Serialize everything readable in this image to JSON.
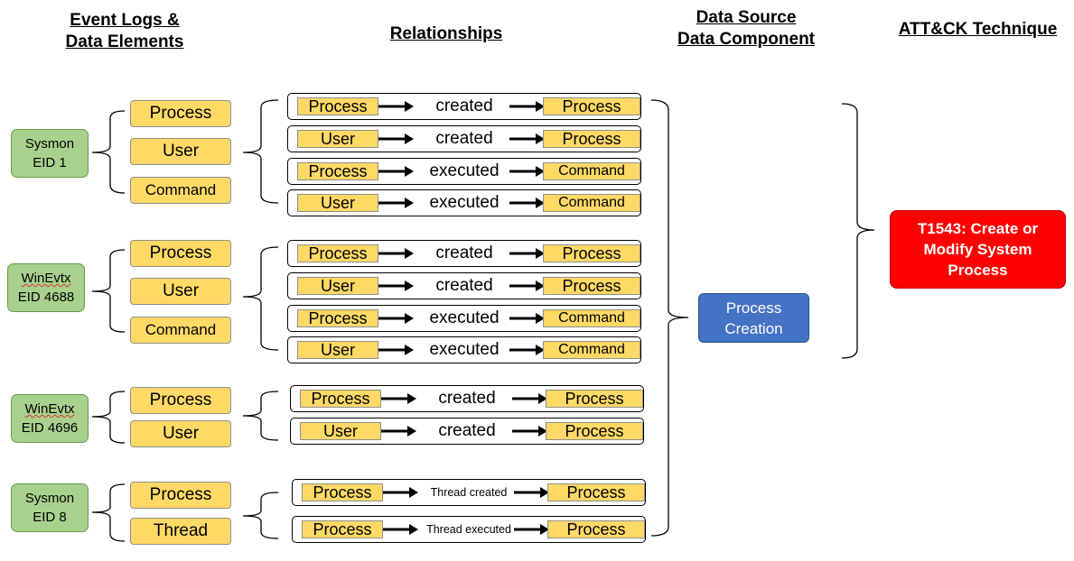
{
  "headers": {
    "event_logs": [
      "Event Logs &",
      "Data Elements"
    ],
    "relationships": "Relationships",
    "data_source": [
      "Data Source",
      "Data Component"
    ],
    "attack": "ATT&CK Technique"
  },
  "sources": [
    {
      "line1": "Sysmon",
      "line2": "EID 1"
    },
    {
      "line1": "WinEvtx",
      "line2": "EID 4688"
    },
    {
      "line1": "WinEvtx",
      "line2": "EID 4696"
    },
    {
      "line1": "Sysmon",
      "line2": "EID 8"
    }
  ],
  "elements": [
    [
      "Process",
      "User",
      "Command"
    ],
    [
      "Process",
      "User",
      "Command"
    ],
    [
      "Process",
      "User"
    ],
    [
      "Process",
      "Thread"
    ]
  ],
  "relationships": [
    [
      {
        "subject": "Process",
        "verb": "created",
        "object": "Process"
      },
      {
        "subject": "User",
        "verb": "created",
        "object": "Process"
      },
      {
        "subject": "Process",
        "verb": "executed",
        "object": "Command"
      },
      {
        "subject": "User",
        "verb": "executed",
        "object": "Command"
      }
    ],
    [
      {
        "subject": "Process",
        "verb": "created",
        "object": "Process"
      },
      {
        "subject": "User",
        "verb": "created",
        "object": "Process"
      },
      {
        "subject": "Process",
        "verb": "executed",
        "object": "Command"
      },
      {
        "subject": "User",
        "verb": "executed",
        "object": "Command"
      }
    ],
    [
      {
        "subject": "Process",
        "verb": "created",
        "object": "Process"
      },
      {
        "subject": "User",
        "verb": "created",
        "object": "Process"
      }
    ],
    [
      {
        "subject": "Process",
        "verb": "Thread created",
        "object": "Process"
      },
      {
        "subject": "Process",
        "verb": "Thread executed",
        "object": "Process"
      }
    ]
  ],
  "data_component": {
    "line1": "Process",
    "line2": "Creation"
  },
  "technique": {
    "line1": "T1543: Create or",
    "line2": "Modify System",
    "line3": "Process"
  },
  "colors": {
    "source_box": "#a9d18e",
    "element_box": "#ffd966",
    "data_component": "#4472c4",
    "technique": "#ff0000"
  }
}
